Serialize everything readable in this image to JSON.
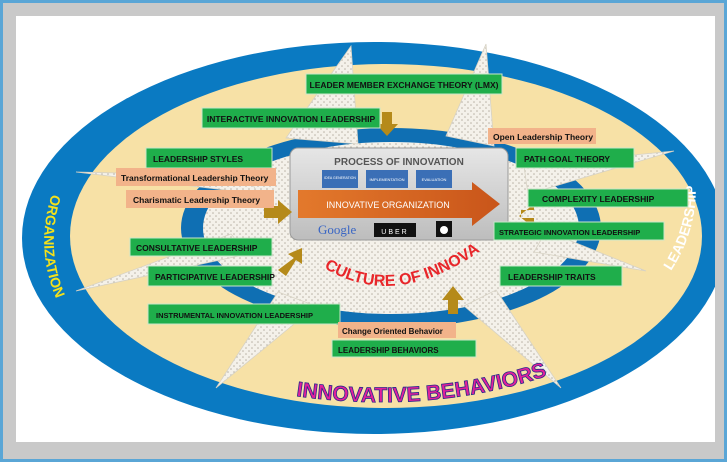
{
  "title_lmx": "LEADER MEMBER EXCHANGE THEORY (LMX)",
  "interactive": "INTERACTIVE INNOVATION LEADERSHIP",
  "leadership_styles": "LEADERSHIP STYLES",
  "transformational": "Transformational Leadership Theory",
  "charismatic": "Charismatic Leadership Theory",
  "consultative": "CONSULTATIVE LEADERSHIP",
  "participative": "PARTICIPATIVE LEADERSHIP",
  "instrumental": "INSTRUMENTAL INNOVATION LEADERSHIP",
  "change_oriented": "Change Oriented Behavior",
  "leadership_behaviors": "LEADERSHIP BEHAVIORS",
  "open_leadership": "Open Leadership Theory",
  "path_goal": "PATH GOAL THEORY",
  "complexity": "COMPLEXITY LEADERSHIP",
  "strategic": "STRATEGIC INNOVATION LEADERSHIP",
  "traits": "LEADERSHIP TRAITS",
  "process": {
    "title": "PROCESS OF INNOVATION",
    "steps": [
      "IDEA GENERATION",
      "IMPLEMENTATION",
      "EVALUATION"
    ],
    "arrow_label": "INNOVATIVE ORGANIZATION",
    "logos": [
      "Google",
      "UBER",
      ""
    ]
  },
  "culture": "CULTURE OF INNOVATION",
  "organization": "ORGANIZATION",
  "leadership": "LEADERSHIP",
  "innovative_behaviors": "INNOVATIVE BEHAVIORS",
  "colors": {
    "outer_ring": "#0a7ac2",
    "cream": "#f7e1a6",
    "inner_ring": "#0f6fb3",
    "green_box": "#1fae4b",
    "orange_box": "#f2b38a",
    "arrow_brown": "#b58a1a",
    "culture_red": "#e8262a",
    "behaviors_fill": "#e0209c",
    "org_text": "#f4e11a"
  }
}
